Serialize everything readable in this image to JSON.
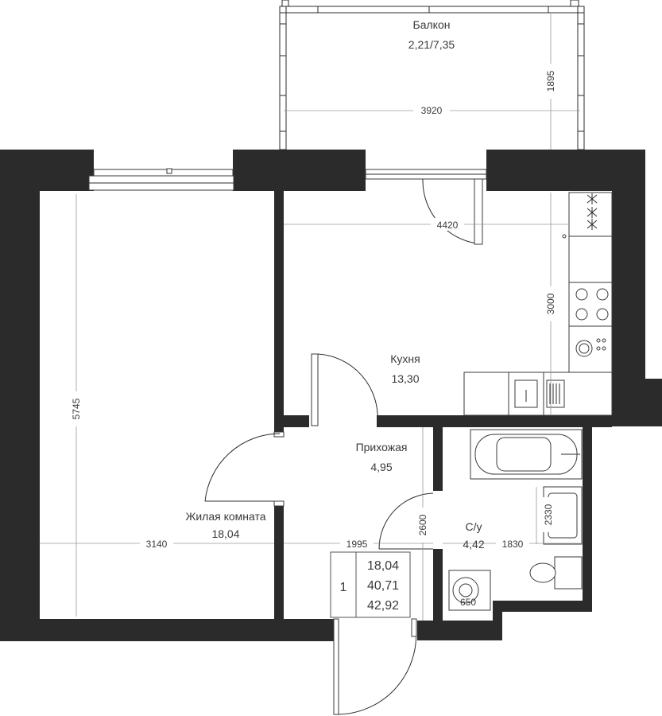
{
  "rooms": {
    "balcony": {
      "name": "Балкон",
      "area": "2,21/7,35"
    },
    "kitchen": {
      "name": "Кухня",
      "area": "13,30"
    },
    "hall": {
      "name": "Прихожая",
      "area": "4,95"
    },
    "bathroom": {
      "name": "С/у",
      "area": "4,42"
    },
    "living": {
      "name": "Жилая комната",
      "area": "18,04"
    }
  },
  "dimensions": {
    "balcony_width": "3920",
    "balcony_depth": "1895",
    "kitchen_width": "4420",
    "kitchen_depth": "3000",
    "living_depth": "5745",
    "living_width": "3140",
    "hall_width": "1995",
    "hall_depth": "2600",
    "bathroom_width": "1830",
    "bathroom_niche": "2330",
    "washer": "650"
  },
  "summary": {
    "rooms_count": "1",
    "living_area": "18,04",
    "total_area": "40,71",
    "total_with_balcony": "42,92"
  }
}
